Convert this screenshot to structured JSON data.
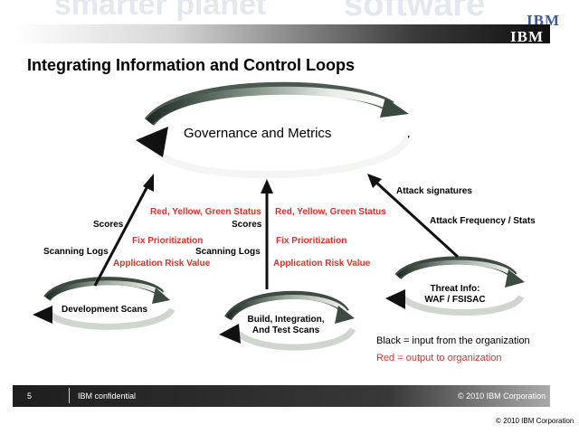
{
  "banner": {
    "words": [
      "smarter planet",
      "software"
    ],
    "logo": "IBM"
  },
  "title": "Integrating Information and Control Loops",
  "governance": {
    "label": "Governance and Metrics"
  },
  "cycles": {
    "development": {
      "label": "Development Scans"
    },
    "build": {
      "line1": "Build, Integration,",
      "line2": "And Test Scans"
    },
    "threat": {
      "line1": "Threat Info:",
      "line2": "WAF / FSISAC"
    }
  },
  "left_flow": {
    "red_status": "Red, Yellow, Green Status",
    "scores": "Scores",
    "fix": "Fix Prioritization",
    "logs": "Scanning Logs",
    "risk": "Application Risk Value"
  },
  "middle_flow": {
    "scores": "Scores",
    "red_status": "Red, Yellow, Green Status",
    "fix": "Fix Prioritization",
    "logs": "Scanning Logs",
    "risk": "Application Risk Value"
  },
  "right_flow": {
    "attack_signatures": "Attack signatures",
    "attack_frequency": "Attack Frequency / Stats"
  },
  "legend": {
    "black": "Black = input from the organization",
    "red": "Red = output to organization"
  },
  "footer": {
    "page": "5",
    "confidential": "IBM confidential",
    "copyright": "© 2010 IBM Corporation",
    "copyright_bottom": "© 2010 IBM Corporation"
  },
  "colors": {
    "output_red": "#e0302a",
    "header_dark": "#101010",
    "arrow_dark": "#2f2f2f"
  }
}
